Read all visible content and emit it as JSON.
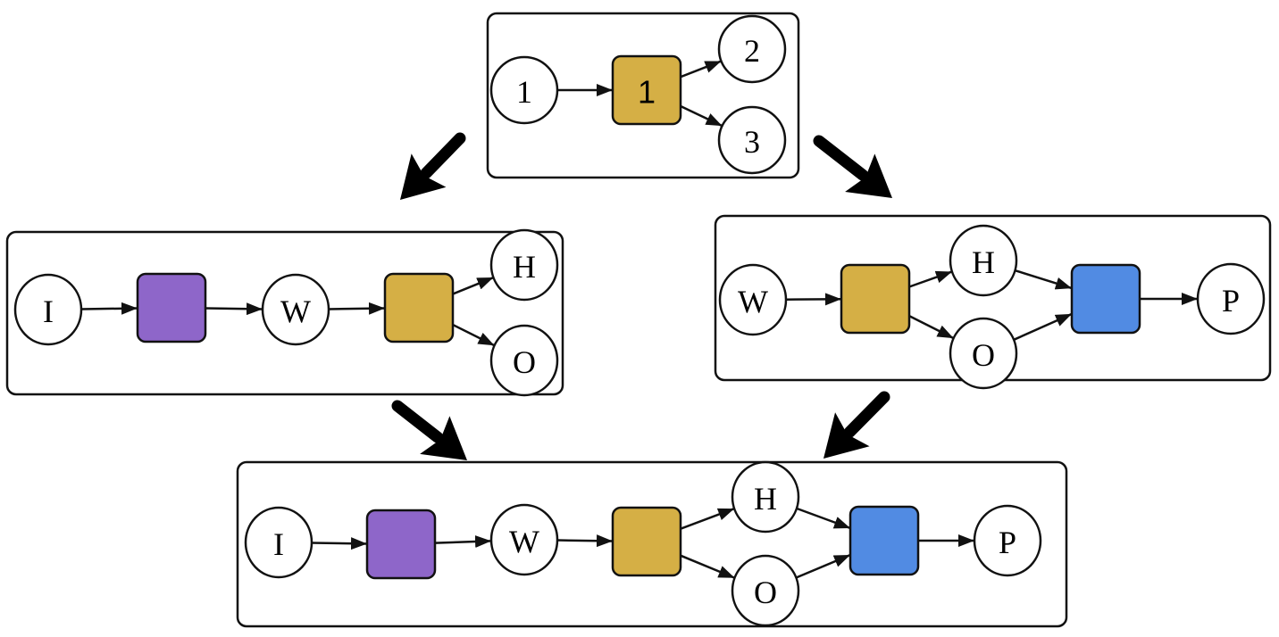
{
  "colors": {
    "yellow": "#D5AF45",
    "purple": "#8E66C9",
    "blue": "#518BE3"
  },
  "panels": [
    {
      "id": "top",
      "nodes": [
        {
          "id": "c1",
          "type": "circle",
          "label": "1"
        },
        {
          "id": "b1",
          "type": "box",
          "label": "1",
          "color": "yellow"
        },
        {
          "id": "c2",
          "type": "circle",
          "label": "2"
        },
        {
          "id": "c3",
          "type": "circle",
          "label": "3"
        }
      ],
      "edges": [
        [
          "c1",
          "b1"
        ],
        [
          "b1",
          "c2"
        ],
        [
          "b1",
          "c3"
        ]
      ]
    },
    {
      "id": "left",
      "nodes": [
        {
          "id": "I",
          "type": "circle",
          "label": "I"
        },
        {
          "id": "bp",
          "type": "box",
          "label": "",
          "color": "purple"
        },
        {
          "id": "W",
          "type": "circle",
          "label": "W"
        },
        {
          "id": "by",
          "type": "box",
          "label": "",
          "color": "yellow"
        },
        {
          "id": "H",
          "type": "circle",
          "label": "H"
        },
        {
          "id": "O",
          "type": "circle",
          "label": "O"
        }
      ],
      "edges": [
        [
          "I",
          "bp"
        ],
        [
          "bp",
          "W"
        ],
        [
          "W",
          "by"
        ],
        [
          "by",
          "H"
        ],
        [
          "by",
          "O"
        ]
      ]
    },
    {
      "id": "right",
      "nodes": [
        {
          "id": "W",
          "type": "circle",
          "label": "W"
        },
        {
          "id": "by",
          "type": "box",
          "label": "",
          "color": "yellow"
        },
        {
          "id": "H",
          "type": "circle",
          "label": "H"
        },
        {
          "id": "O",
          "type": "circle",
          "label": "O"
        },
        {
          "id": "bb",
          "type": "box",
          "label": "",
          "color": "blue"
        },
        {
          "id": "P",
          "type": "circle",
          "label": "P"
        }
      ],
      "edges": [
        [
          "W",
          "by"
        ],
        [
          "by",
          "H"
        ],
        [
          "by",
          "O"
        ],
        [
          "H",
          "bb"
        ],
        [
          "O",
          "bb"
        ],
        [
          "bb",
          "P"
        ]
      ]
    },
    {
      "id": "bottom",
      "nodes": [
        {
          "id": "I",
          "type": "circle",
          "label": "I"
        },
        {
          "id": "bp",
          "type": "box",
          "label": "",
          "color": "purple"
        },
        {
          "id": "W",
          "type": "circle",
          "label": "W"
        },
        {
          "id": "by",
          "type": "box",
          "label": "",
          "color": "yellow"
        },
        {
          "id": "H",
          "type": "circle",
          "label": "H"
        },
        {
          "id": "O",
          "type": "circle",
          "label": "O"
        },
        {
          "id": "bb",
          "type": "box",
          "label": "",
          "color": "blue"
        },
        {
          "id": "P",
          "type": "circle",
          "label": "P"
        }
      ],
      "edges": [
        [
          "I",
          "bp"
        ],
        [
          "bp",
          "W"
        ],
        [
          "W",
          "by"
        ],
        [
          "by",
          "H"
        ],
        [
          "by",
          "O"
        ],
        [
          "H",
          "bb"
        ],
        [
          "O",
          "bb"
        ],
        [
          "bb",
          "P"
        ]
      ]
    }
  ],
  "transitions": [
    {
      "from": "top",
      "to": "left"
    },
    {
      "from": "top",
      "to": "right"
    },
    {
      "from": "left",
      "to": "bottom"
    },
    {
      "from": "right",
      "to": "bottom"
    }
  ]
}
